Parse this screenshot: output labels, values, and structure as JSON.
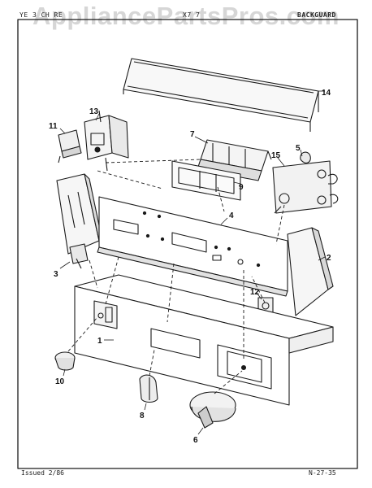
{
  "header": {
    "left_code": "YE 3 CH RE",
    "center_code": "X7 7",
    "title": "BACKGUARD"
  },
  "watermark": "AppliancePartsPros.com",
  "footer": {
    "issued": "Issued 2/86",
    "page_code": "N-27-35"
  },
  "callouts": [
    "1",
    "2",
    "3",
    "4",
    "5",
    "6",
    "7",
    "8",
    "9",
    "10",
    "11",
    "12",
    "13",
    "14",
    "15"
  ],
  "colors": {
    "ink": "#1a1a1a",
    "paper": "#ffffff",
    "watermark": "#b4b4b4"
  }
}
